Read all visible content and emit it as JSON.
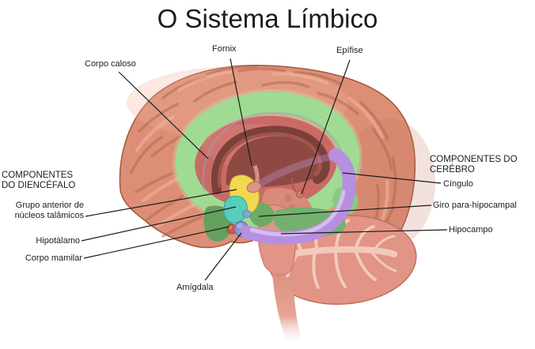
{
  "title": "O Sistema Límbico",
  "top_labels": {
    "corpo_caloso": "Corpo caloso",
    "fornix": "Fornix",
    "epifise": "Epífise"
  },
  "bottom_labels": {
    "amigdala": "Amígdala"
  },
  "diencephalon_group": {
    "heading_line1": "COMPONENTES",
    "heading_line2": "DO DIENCÉFALO",
    "grupo_anterior_line1": "Grupo anterior de",
    "grupo_anterior_line2": "núcleos talâmicos",
    "hipotalamo": "Hipotálamo",
    "corpo_mamilar": "Corpo mamilar"
  },
  "cerebrum_group": {
    "heading_line1": "COMPONENTES DO",
    "heading_line2": "CERÉBRO",
    "cingulo": "Cíngulo",
    "giro_para_hipocampal": "Giro para-hipocampal",
    "hipocampo": "Hipocampo"
  },
  "colors": {
    "background": "#ffffff",
    "text": "#1c1c1c",
    "leader_line": "#1c1c1c",
    "cortex": "#dd8e76",
    "cortex_sulci": "#b2654c",
    "cortex_highlight": "#f2b79d",
    "limbic_ring_green": "#9cdd94",
    "inner_red": "#c96a66",
    "corpus_callosum_brown": "#7c403a",
    "thalamus_yellow": "#f1d84e",
    "hypothalamus_teal": "#57cdbd",
    "interthalamic_blue": "#84a8d4",
    "hippocampus_purple": "#b78fe0",
    "amygdala_lavender": "#8f93d0",
    "mamillary_red": "#c65c50",
    "parahippocampal_green": "#63a05e",
    "cerebellum_pink": "#e29486",
    "cerebellum_branches": "#f3d0c2",
    "brainstem": "#e0917f"
  }
}
